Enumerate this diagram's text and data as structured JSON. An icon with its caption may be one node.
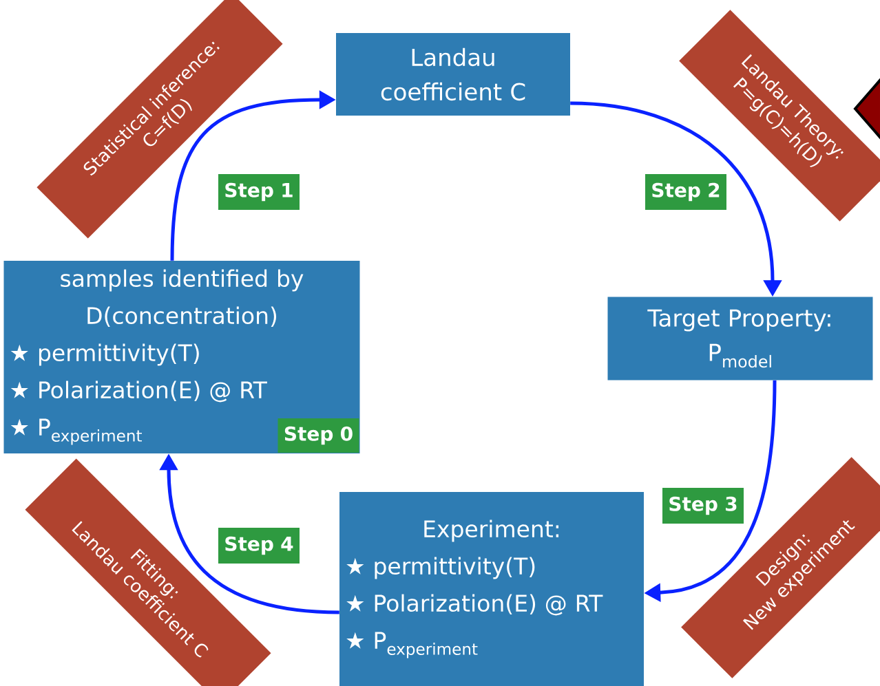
{
  "diagram": {
    "nodes": [
      {
        "text": [
          "Statistical inference:",
          "C=f(D)"
        ]
      },
      {
        "text": [
          "Landau coefficient C"
        ]
      },
      {
        "text": [
          "Landau Theory:",
          "P=g(C)=h(D)"
        ]
      },
      {
        "text": [
          "Step 1"
        ]
      },
      {
        "text": [
          "Step 2"
        ]
      },
      {
        "text": [
          "samples identified by D(concentration)",
          "★ permittivity(T)",
          "★ Polarization(E) @ RT",
          "\\text{★ P}_{\\text{experiment}}"
        ]
      },
      {
        "text": [
          "Step 0"
        ],
        "in": 5
      },
      {
        "text": [
          "Target Property: P$_{model}$"
        ]
      },
      {
        "text": [
          "Experiment:",
          "★ permittivity(T)",
          "★ Polarization(E) @ RT",
          "\\text{★ P}_{\\text{experiment}}"
        ]
      },
      {
        "text": [
          "Step 3"
        ]
      },
      {
        "text": [
          "Step 4"
        ]
      },
      {
        "text": [
          "Design:",
          "New experiment"
        ]
      },
      {
        "text": [
          "Fitting:",
          "Landau coefficient C"
        ]
      }
    ],
    "edges": [
      {
        "from": 5,
        "to": 1,
        "arrow": "to"
      },
      {
        "from": 1,
        "to": 7,
        "arrow": "to"
      },
      {
        "from": 7,
        "to": 8,
        "arrow": "to"
      },
      {
        "from": 8,
        "to": 5,
        "arrow": "to"
      }
    ]
  }
}
